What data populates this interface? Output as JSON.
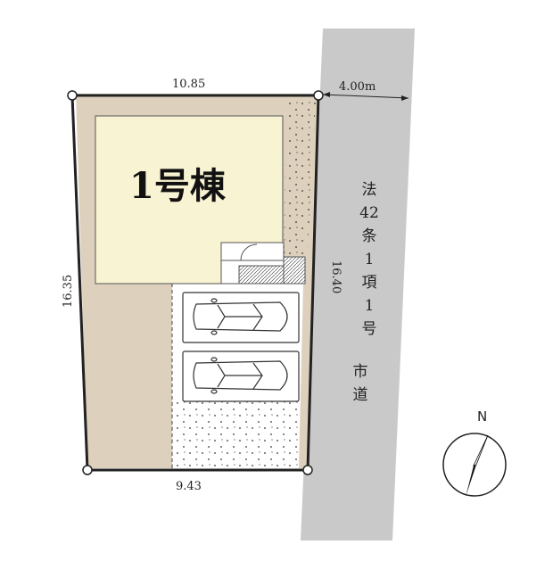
{
  "building_label": "1号棟",
  "dimensions": {
    "top": "10.85",
    "bottom": "9.43",
    "left": "16.35",
    "right": "16.40"
  },
  "road": {
    "width_label": "4.00m",
    "type_chars": [
      "法",
      "42",
      "条",
      "1",
      "項",
      "1",
      "号"
    ],
    "name_chars": [
      "市",
      "道"
    ]
  },
  "compass": {
    "label": "N"
  },
  "colors": {
    "building": "#f8f3d2",
    "yard": "#ddd1bd",
    "road": "#c9c9c9",
    "boundary": "#222222"
  }
}
